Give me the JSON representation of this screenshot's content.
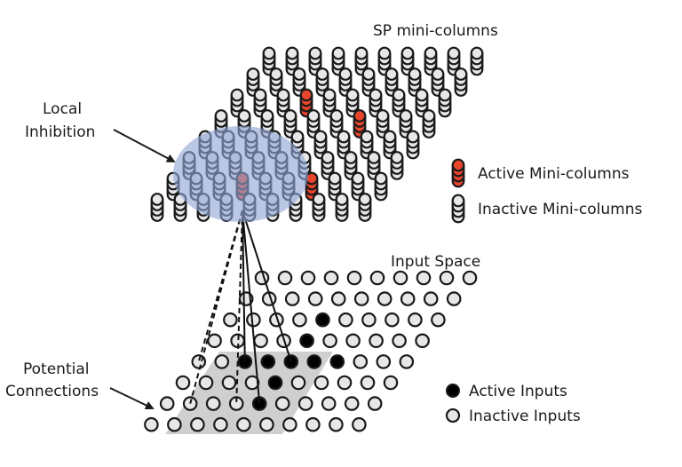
{
  "title_mini_columns": "SP mini-columns",
  "local_inhibition": {
    "line1": "Local",
    "line2": "Inhibition"
  },
  "input_space_title": "Input Space",
  "potential_connections": {
    "line1": "Potential",
    "line2": "Connections"
  },
  "legend_columns": [
    {
      "state": "active",
      "label": "Active Mini-columns"
    },
    {
      "state": "inactive",
      "label": "Inactive Mini-columns"
    }
  ],
  "legend_inputs": [
    {
      "state": "active",
      "label": "Active Inputs"
    },
    {
      "state": "inactive",
      "label": "Inactive Inputs"
    }
  ],
  "colors": {
    "active_column": "#e8452c",
    "inactive_column": "#e6e7e9",
    "outline": "#1a1a1a",
    "inhibition_area": "#8fa6d6",
    "potential_area": "#cfcfcf",
    "active_input": "#000000",
    "inactive_input": "#e6e7e9"
  },
  "mini_columns": {
    "rows": 8,
    "cols": 10,
    "active": [
      [
        2,
        3
      ],
      [
        3,
        6
      ],
      [
        6,
        3
      ],
      [
        6,
        6
      ]
    ],
    "inhibited_focus": [
      6,
      3
    ]
  },
  "inputs": {
    "rows": 8,
    "cols": 10,
    "active": [
      [
        2,
        4
      ],
      [
        3,
        4
      ],
      [
        4,
        2
      ],
      [
        4,
        3
      ],
      [
        4,
        4
      ],
      [
        4,
        5
      ],
      [
        4,
        6
      ],
      [
        5,
        4
      ],
      [
        6,
        4
      ]
    ]
  },
  "connections": {
    "solid": [
      [
        4,
        2
      ],
      [
        6,
        4
      ],
      [
        4,
        4
      ]
    ],
    "dashed": [
      [
        4,
        0
      ],
      [
        6,
        1
      ],
      [
        6,
        3
      ]
    ]
  }
}
